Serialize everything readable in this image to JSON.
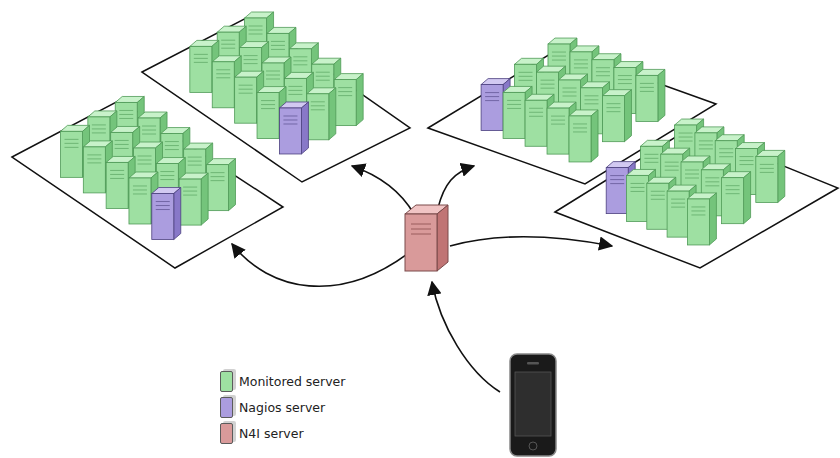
{
  "diagram": {
    "legend": [
      {
        "text": "Monitored server",
        "color": "#9ee0a2"
      },
      {
        "text": "Nagios server",
        "color": "#ab9ddf"
      },
      {
        "text": "N4I server",
        "color": "#d99a9a"
      }
    ]
  }
}
